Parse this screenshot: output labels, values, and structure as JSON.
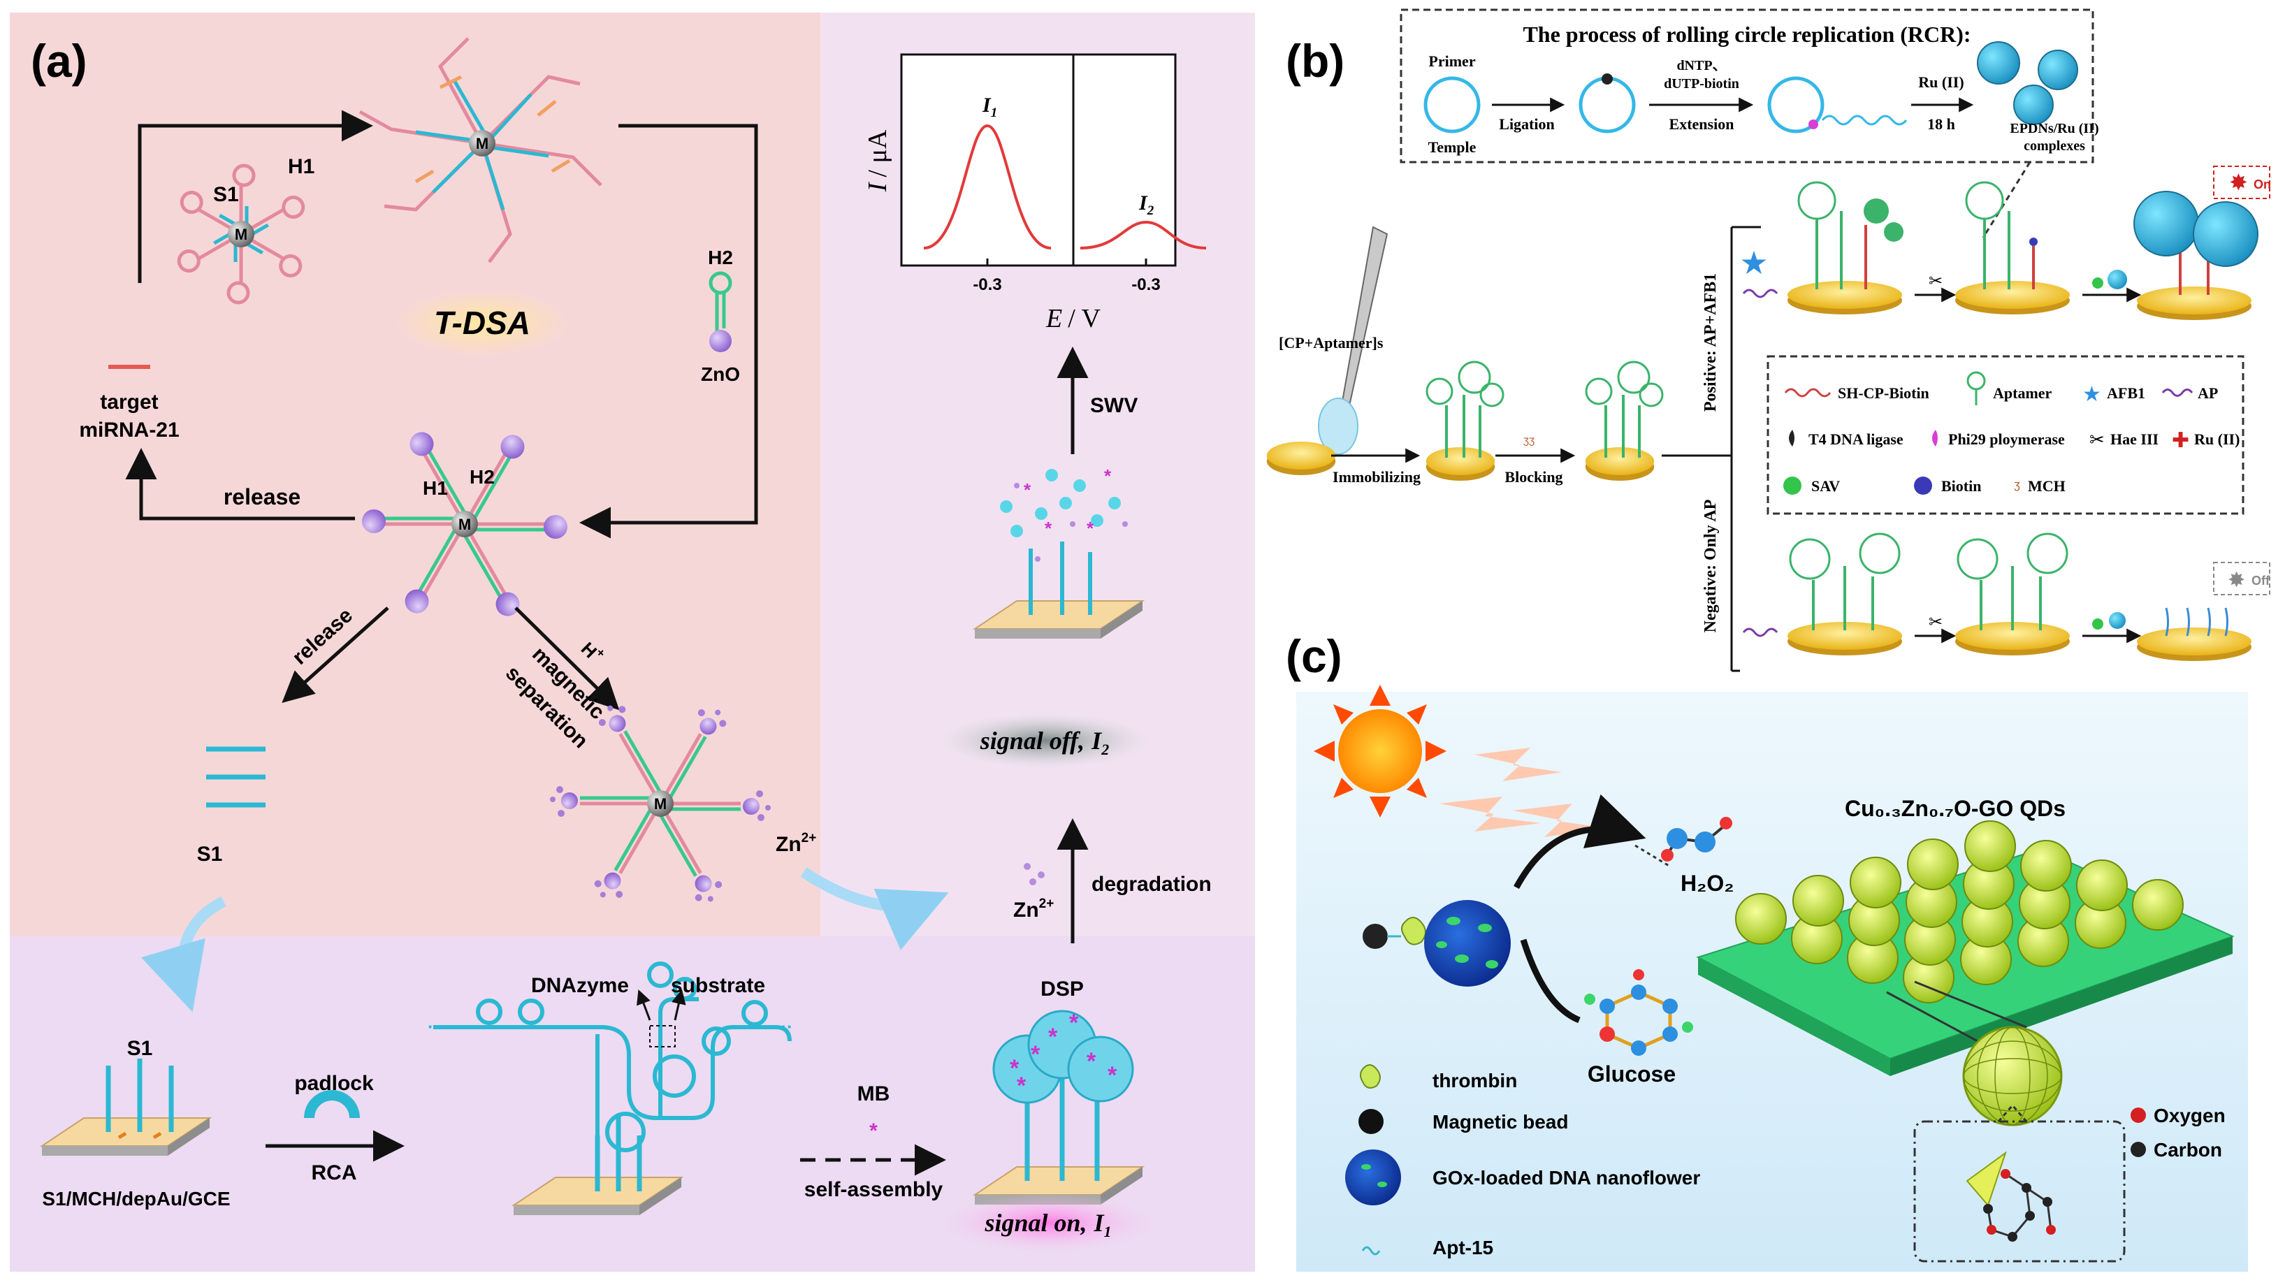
{
  "panel_a": {
    "label": "(a)",
    "tdsa": "T-DSA",
    "s1": "S1",
    "h1": "H1",
    "h2": "H2",
    "m": "M",
    "zno": "ZnO",
    "target_line1": "target",
    "target_line2": "miRNA-21",
    "release": "release",
    "release2": "release",
    "h_plus": "H",
    "plus_sup": "+",
    "mag_line1": "magnetic",
    "mag_line2": "separation",
    "s1_free": "S1",
    "zn2_label": "Zn",
    "zn2_sup": "2+",
    "zn2_label2": "Zn",
    "zn2_sup2": "2+",
    "degradation": "degradation",
    "swv": "SWV",
    "signal_off": "signal off,",
    "signal_off_i": "I",
    "signal_off_sub": "2",
    "signal_on": "signal on,",
    "signal_on_i": "I",
    "signal_on_sub": "1",
    "s1_electrode": "S1",
    "electrode_label": "S1/MCH/depAu/GCE",
    "padlock": "padlock",
    "rca": "RCA",
    "dnazyme": "DNAzyme",
    "substrate": "substrate",
    "mb": "MB",
    "self_assembly": "self-assembly",
    "dsp": "DSP",
    "plot": {
      "ylabel_i": "I",
      "ylabel_unit": "/ μA",
      "xlabel_e": "E",
      "xlabel_unit": "/ V",
      "peak1_label": "I",
      "peak1_sub": "1",
      "peak2_label": "I",
      "peak2_sub": "2",
      "tick1": "-0.3",
      "tick2": "-0.3"
    }
  },
  "panel_b": {
    "label": "(b)",
    "rcr_title": "The process of rolling circle replication (RCR):",
    "primer": "Primer",
    "temple": "Temple",
    "ligation": "Ligation",
    "dntp_line1": "dNTP、",
    "dntp_line2": "dUTP-biotin",
    "extension": "Extension",
    "ru": "Ru (II)",
    "hours": "18 h",
    "epdns_line1": "EPDNs/Ru (II)",
    "epdns_line2": "complexes",
    "on": "On",
    "off": "Off",
    "cp_aptamer": "[CP+Aptamer]s",
    "immobilizing": "Immobilizing",
    "blocking": "Blocking",
    "positive": "Positive: AP+AFB1",
    "negative": "Negative: Only AP",
    "legend": [
      {
        "icon": "red-wavy",
        "label": "SH-CP-Biotin"
      },
      {
        "icon": "aptamer",
        "label": "Aptamer"
      },
      {
        "icon": "blue-star",
        "label": "AFB1"
      },
      {
        "icon": "purple-wavy",
        "label": "AP"
      },
      {
        "icon": "t4-ligase",
        "label": "T4 DNA ligase"
      },
      {
        "icon": "phi29",
        "label": "Phi29 ploymerase"
      },
      {
        "icon": "scissors",
        "label": "Hae III"
      },
      {
        "icon": "red-cross",
        "label": "Ru (II)"
      },
      {
        "icon": "green-dot",
        "label": "SAV"
      },
      {
        "icon": "blue-dot",
        "label": "Biotin"
      },
      {
        "icon": "mch",
        "label": "MCH"
      }
    ]
  },
  "panel_c": {
    "label": "(c)",
    "qd_title": "Cu₀.₃Zn₀.₇O-GO QDs",
    "h2o2": "H₂O₂",
    "glucose": "Glucose",
    "legend": [
      {
        "icon": "thrombin",
        "label": "thrombin"
      },
      {
        "icon": "magnetic-bead",
        "label": "Magnetic bead"
      },
      {
        "icon": "nanoflower",
        "label": "GOx-loaded DNA nanoflower"
      },
      {
        "icon": "apt-15",
        "label": "Apt-15"
      }
    ],
    "atoms": [
      {
        "color": "#d42020",
        "label": "Oxygen"
      },
      {
        "color": "#222222",
        "label": "Carbon"
      }
    ]
  },
  "colors": {
    "panel_a_pink": "#f6d7d8",
    "panel_a_lilac": "#ecdbf2",
    "strand_pink": "#e38a9c",
    "strand_cyan": "#2bb8d2",
    "zno_purple": "#b48ee0",
    "electrode_gold": "#f5c84a",
    "peak_red": "#e23a3a",
    "panel_c_blue": "#d9eef9",
    "sheet_green": "#35d27a",
    "qd_yellow": "#dff25a"
  }
}
